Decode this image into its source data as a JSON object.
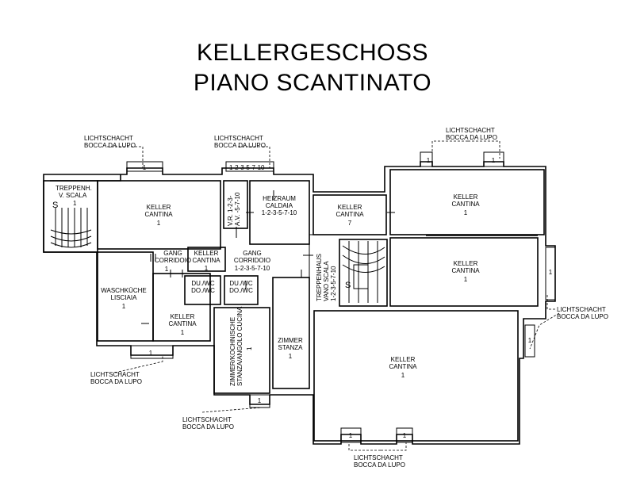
{
  "title": {
    "line1": "KELLERGESCHOSS",
    "line2": "PIANO SCANTINATO"
  },
  "rooms": {
    "treppenhaus_left": [
      "TREPPENH.",
      "V. SCALA",
      "1"
    ],
    "keller_cantina_1_tl": [
      "KELLER",
      "CANTINA",
      "1"
    ],
    "vr_av": [
      "V.R. 1-2-3-",
      "A.V. -5-7-10"
    ],
    "heizraum": [
      "HEIZRAUM",
      "CALDAIA",
      "1-2-3-5-7-10"
    ],
    "shaft_top_label": "1-2-3-5-7-10",
    "keller_cantina_7": [
      "KELLER",
      "CANTINA",
      "7"
    ],
    "keller_cantina_1_tr": [
      "KELLER",
      "CANTINA",
      "1"
    ],
    "keller_cantina_1_r": [
      "KELLER",
      "CANTINA",
      "1"
    ],
    "gang_corridoio_left": [
      "GANG",
      "CORRIDOIO",
      "1"
    ],
    "keller_cantina_small": [
      "KELLER",
      "CANTINA",
      "1"
    ],
    "gang_corridoio_mid": [
      "GANG",
      "CORRIDOIO",
      "1-2-3-5-7-10"
    ],
    "treppenhaus_mid": [
      "TREPPENHAUS",
      "VANO SCALA",
      "1-2-3-5-7-10"
    ],
    "waschkueche": [
      "WASCHKÜCHE",
      "LISCIAIA",
      "1"
    ],
    "du_wc_1": [
      "DU./WC",
      "DO./WC"
    ],
    "du_wc_2": [
      "DU./WC",
      "DO./WC"
    ],
    "keller_cantina_bl": [
      "KELLER",
      "CANTINA",
      "1"
    ],
    "zimmer_kochnische": [
      "ZIMMER/KOCHNISCHE",
      "STANZA/ANGOLO CUCINA",
      "1"
    ],
    "zimmer_stanza": [
      "ZIMMER",
      "STANZA",
      "1"
    ],
    "keller_cantina_big": [
      "KELLER",
      "CANTINA",
      "1"
    ]
  },
  "lightwells": {
    "top_left": [
      "LICHTSCHACHT",
      "BOCCA DA LUPO"
    ],
    "top_mid": [
      "LICHTSCHACHT",
      "BOCCA DA LUPO"
    ],
    "top_right": [
      "LICHTSCHACHT",
      "BOCCA DA LUPO"
    ],
    "right": [
      "LICHTSCHACHT",
      "BOCCA DA LUPO"
    ],
    "bottom_left": [
      "LICHTSCHACHT",
      "BOCCA DA LUPO"
    ],
    "bottom_mid": [
      "LICHTSCHACHT",
      "BOCCA DA LUPO"
    ],
    "bottom_right": [
      "LICHTSCHACHT",
      "BOCCA DA LUPO"
    ]
  },
  "marks": {
    "well_number": "1",
    "stair_s": "S"
  }
}
